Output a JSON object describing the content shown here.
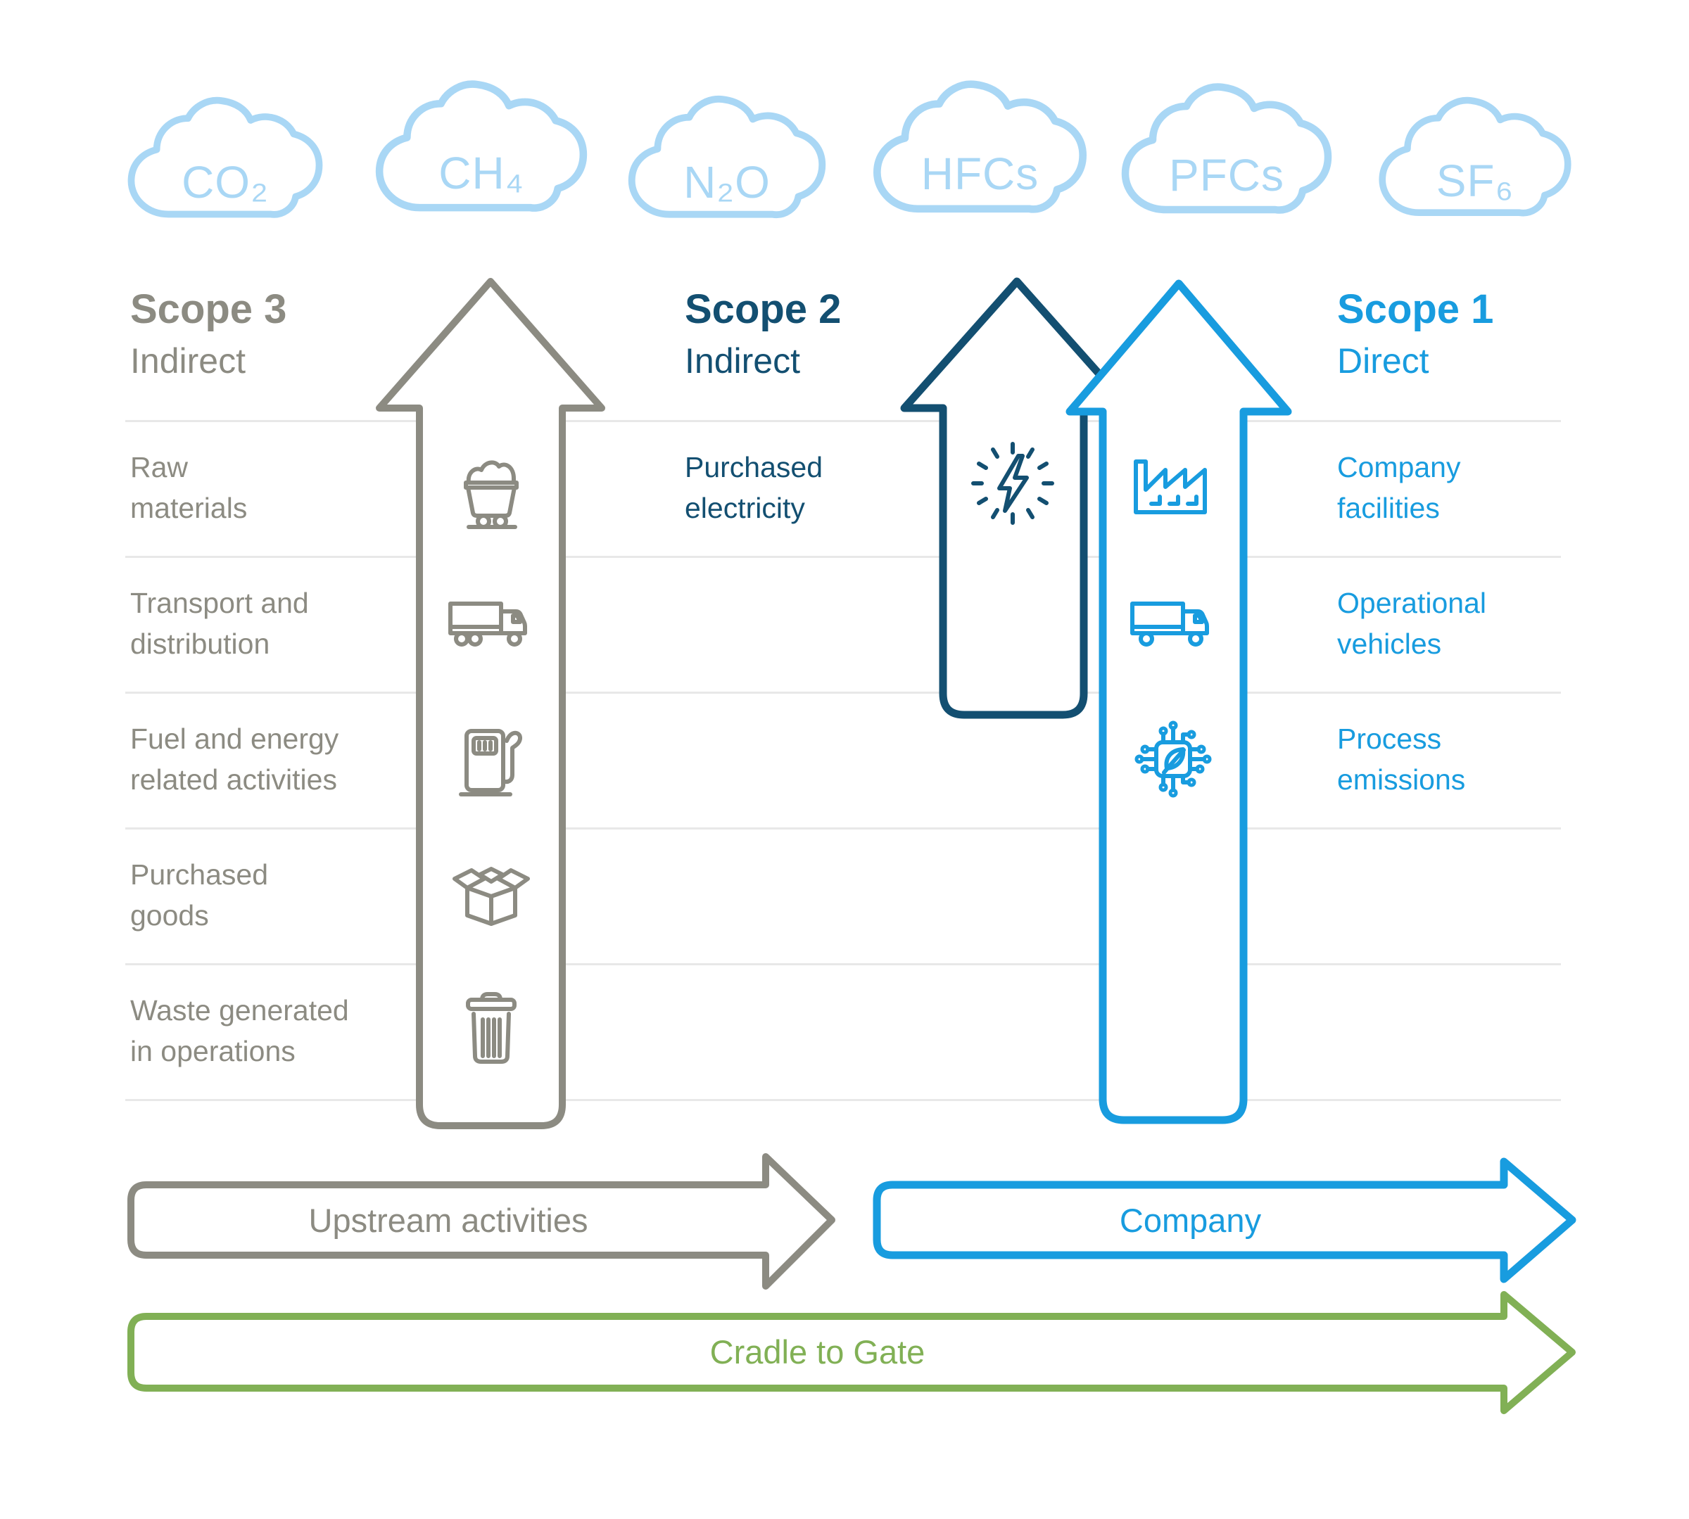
{
  "clouds": [
    {
      "label": "CO₂"
    },
    {
      "label": "CH₄"
    },
    {
      "label": "N₂O"
    },
    {
      "label": "HFCs"
    },
    {
      "label": "PFCs"
    },
    {
      "label": "SF₆"
    }
  ],
  "columns": {
    "scope3": {
      "title": "Scope 3",
      "subtitle": "Indirect",
      "rows": [
        {
          "label": "Raw\nmaterials",
          "icon": "minecart-icon"
        },
        {
          "label": "Transport and\ndistribution",
          "icon": "truck-icon"
        },
        {
          "label": "Fuel and energy\nrelated activities",
          "icon": "fuel-pump-icon"
        },
        {
          "label": "Purchased\ngoods",
          "icon": "open-box-icon"
        },
        {
          "label": "Waste generated\nin operations",
          "icon": "trash-can-icon"
        }
      ]
    },
    "scope2": {
      "title": "Scope 2",
      "subtitle": "Indirect",
      "rows": [
        {
          "label": "Purchased\nelectricity",
          "icon": "electricity-icon"
        }
      ]
    },
    "scope1": {
      "title": "Scope 1",
      "subtitle": "Direct",
      "rows": [
        {
          "label": "Company\nfacilities",
          "icon": "factory-icon"
        },
        {
          "label": "Operational\nvehicles",
          "icon": "truck-icon"
        },
        {
          "label": "Process\nemissions",
          "icon": "circuit-leaf-icon"
        }
      ]
    }
  },
  "flow_arrows": [
    {
      "label": "Upstream activities",
      "color": "gray"
    },
    {
      "label": "Company",
      "color": "blue"
    },
    {
      "label": "Cradle to Gate",
      "color": "green"
    }
  ],
  "colors": {
    "scope3_gray": "#8C8B82",
    "scope2_navy": "#134F71",
    "scope1_blue": "#189CDF",
    "flow_green": "#81B055",
    "cloud_blue": "#A9D7F5",
    "separator": "#E8E8E8",
    "background": "#FFFFFF"
  }
}
